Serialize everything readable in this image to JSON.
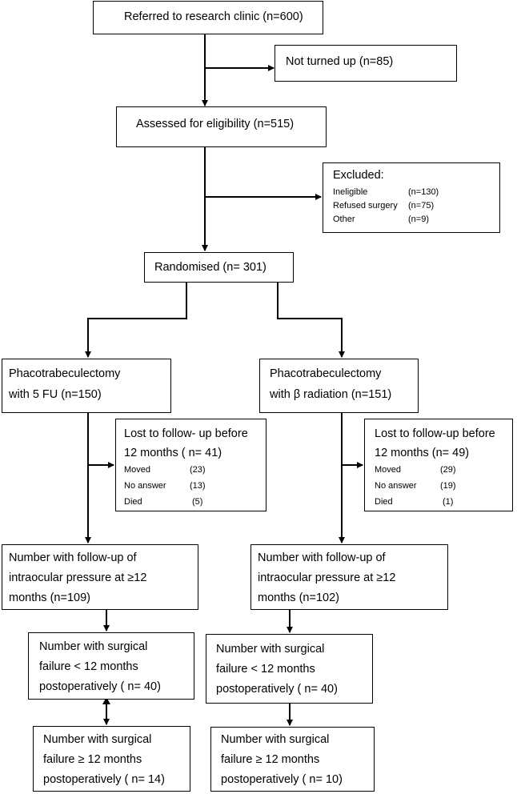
{
  "referred": "Referred to research clinic (n=600)",
  "not_turned_up": "Not turned up (n=85)",
  "assessed": "Assessed for eligibility (n=515)",
  "excluded": {
    "title": "Excluded:",
    "rows": [
      {
        "label": "Ineligible",
        "value": "(n=130)"
      },
      {
        "label": "Refused surgery",
        "value": "(n=75)"
      },
      {
        "label": "Other",
        "value": "(n=9)"
      }
    ]
  },
  "randomised": "Randomised (n= 301)",
  "left": {
    "arm": [
      "Phacotrabeculectomy",
      "with 5 FU (n=150)"
    ],
    "lost": {
      "title": [
        "Lost to follow- up before",
        "12 months ( n= 41)"
      ],
      "rows": [
        {
          "label": "Moved",
          "value": "(23)"
        },
        {
          "label": "No answer",
          "value": "(13)"
        },
        {
          "label": "Died",
          "value": "(5)"
        }
      ]
    },
    "followup": [
      "Number with follow-up of",
      "intraocular pressure at ≥12",
      "months (n=109)"
    ],
    "failure_lt": [
      "Number with surgical",
      "failure < 12 months",
      "postoperatively ( n= 40)"
    ],
    "failure_ge": [
      "Number with surgical",
      "failure ≥ 12 months",
      "postoperatively ( n= 14)"
    ]
  },
  "right": {
    "arm": [
      "Phacotrabeculectomy",
      "with β radiation (n=151)"
    ],
    "lost": {
      "title": [
        "Lost to follow-up before",
        "12 months (n= 49)"
      ],
      "rows": [
        {
          "label": "Moved",
          "value": "(29)"
        },
        {
          "label": "No answer",
          "value": "(19)"
        },
        {
          "label": "Died",
          "value": "(1)"
        }
      ]
    },
    "followup": [
      "Number with follow-up of",
      "intraocular pressure at ≥12",
      "months (n=102)"
    ],
    "failure_lt": [
      "Number with surgical",
      "failure < 12 months",
      "postoperatively ( n= 40)"
    ],
    "failure_ge": [
      "Number with surgical",
      "failure ≥ 12 months",
      "postoperatively ( n= 10)"
    ]
  }
}
